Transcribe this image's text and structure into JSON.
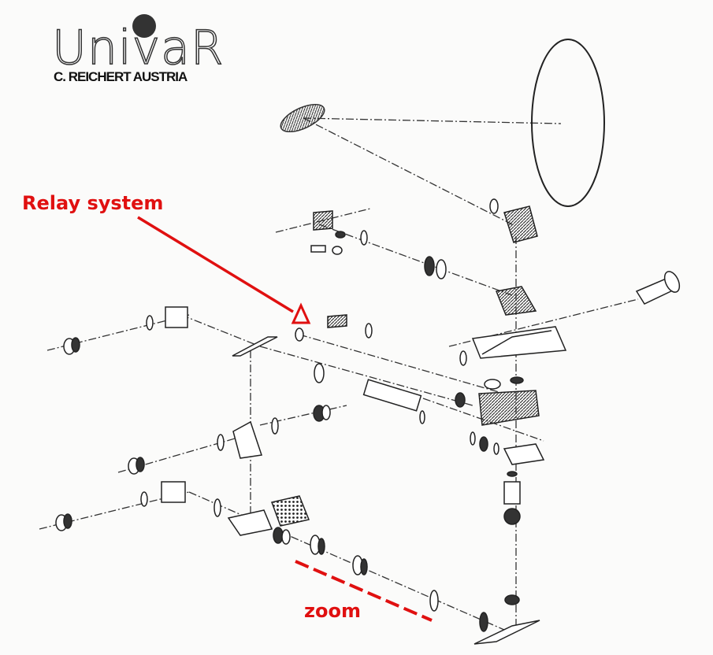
{
  "logo": {
    "brand": "UnivaR",
    "subtitle": "C. REICHERT AUSTRIA"
  },
  "annotations": {
    "relay_system": "Relay system",
    "zoom": "zoom"
  },
  "colors": {
    "annotation": "#e01010",
    "line_art": "#222222"
  }
}
